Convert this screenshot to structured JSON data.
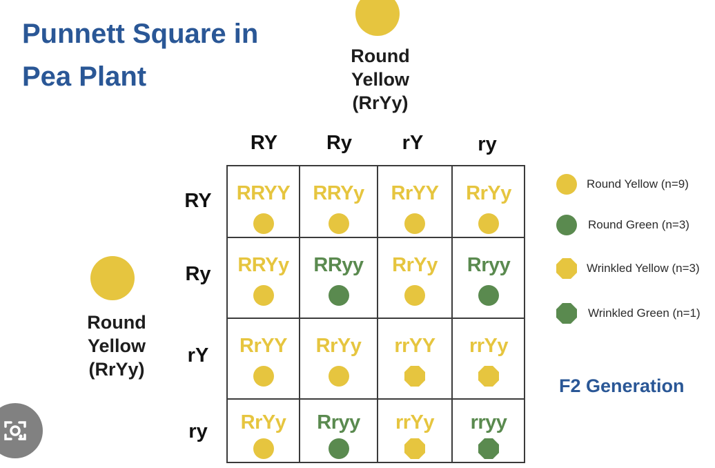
{
  "title": "Punnett Square in Pea Plant",
  "title_lines": [
    "Punnett Square in",
    "Pea Plant"
  ],
  "colors": {
    "yellow": "#e6c53f",
    "green": "#5a8a4f",
    "title_blue": "#2a5796",
    "text": "#1d1d1d"
  },
  "top_parent": {
    "lines": [
      "Round",
      "Yellow",
      "(RrYy)"
    ]
  },
  "left_parent": {
    "lines": [
      "Round",
      "Yellow",
      "(RrYy)"
    ]
  },
  "column_gametes": [
    "RY",
    "Ry",
    "rY",
    "ry"
  ],
  "row_gametes": [
    "RY",
    "Ry",
    "rY",
    "ry"
  ],
  "cells": [
    [
      {
        "genotype": "RRYY",
        "color": "yellow",
        "shape": "round"
      },
      {
        "genotype": "RRYy",
        "color": "yellow",
        "shape": "round"
      },
      {
        "genotype": "RrYY",
        "color": "yellow",
        "shape": "round"
      },
      {
        "genotype": "RrYy",
        "color": "yellow",
        "shape": "round"
      }
    ],
    [
      {
        "genotype": "RRYy",
        "color": "yellow",
        "shape": "round"
      },
      {
        "genotype": "RRyy",
        "color": "green",
        "shape": "round"
      },
      {
        "genotype": "RrYy",
        "color": "yellow",
        "shape": "round"
      },
      {
        "genotype": "Rryy",
        "color": "green",
        "shape": "round"
      }
    ],
    [
      {
        "genotype": "RrYY",
        "color": "yellow",
        "shape": "round"
      },
      {
        "genotype": "RrYy",
        "color": "yellow",
        "shape": "round"
      },
      {
        "genotype": "rrYY",
        "color": "yellow",
        "shape": "wrinkled"
      },
      {
        "genotype": "rrYy",
        "color": "yellow",
        "shape": "wrinkled"
      }
    ],
    [
      {
        "genotype": "RrYy",
        "color": "yellow",
        "shape": "round"
      },
      {
        "genotype": "Rryy",
        "color": "green",
        "shape": "round"
      },
      {
        "genotype": "rrYy",
        "color": "yellow",
        "shape": "wrinkled"
      },
      {
        "genotype": "rryy",
        "color": "green",
        "shape": "wrinkled"
      }
    ]
  ],
  "legend": [
    {
      "label": "Round Yellow (n=9)",
      "color": "yellow",
      "shape": "round"
    },
    {
      "label": "Round Green (n=3)",
      "color": "green",
      "shape": "round"
    },
    {
      "label": "Wrinkled Yellow (n=3)",
      "color": "yellow",
      "shape": "wrinkled"
    },
    {
      "label": "Wrinkled Green (n=1)",
      "color": "green",
      "shape": "wrinkled"
    }
  ],
  "generation_label": "F2 Generation",
  "icons": {
    "lens_button": "camera-search-icon"
  }
}
